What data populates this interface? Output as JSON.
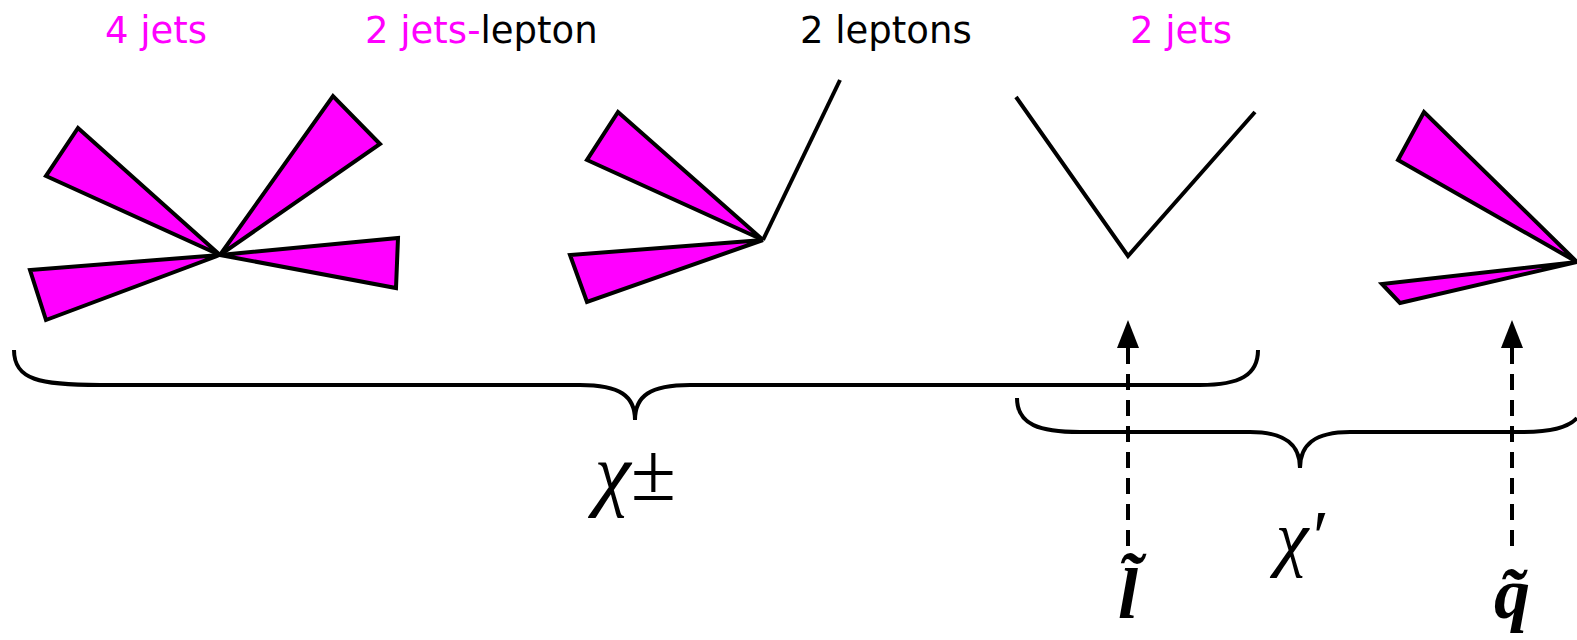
{
  "diagram": {
    "labels": [
      "4 jets",
      "2 jets-",
      "lepton",
      "2 leptons",
      "2 jets",
      "χ±",
      "χ′",
      "l̃",
      "q̃"
    ]
  }
}
